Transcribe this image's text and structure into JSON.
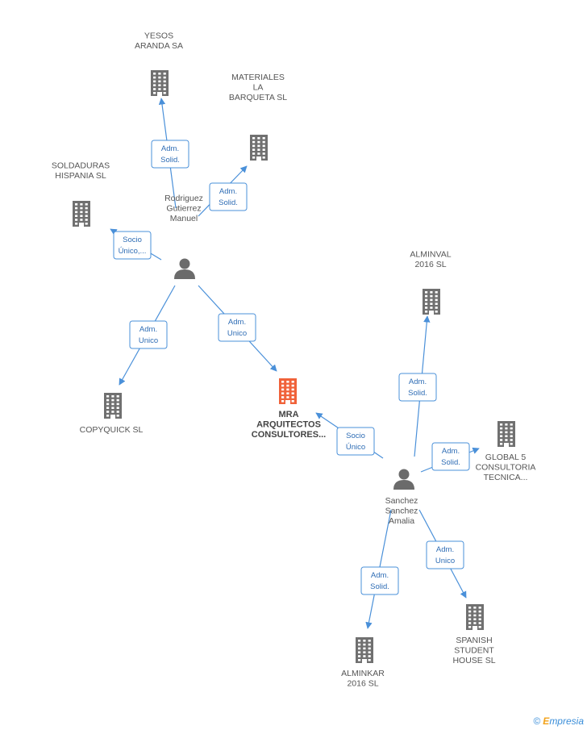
{
  "nodes": [
    {
      "id": "yesos",
      "type": "company",
      "label": [
        "YESOS",
        "ARANDA SA"
      ],
      "highlight": false
    },
    {
      "id": "materiales",
      "type": "company",
      "label": [
        "MATERIALES",
        "LA",
        "BARQUETA SL"
      ],
      "highlight": false
    },
    {
      "id": "soldaduras",
      "type": "company",
      "label": [
        "SOLDADURAS",
        "HISPANIA SL"
      ],
      "highlight": false
    },
    {
      "id": "rodriguez",
      "type": "person",
      "label": [
        "Rodriguez",
        "Gutierrez",
        "Manuel"
      ],
      "highlight": false
    },
    {
      "id": "copyquick",
      "type": "company",
      "label": [
        "COPYQUICK SL"
      ],
      "highlight": false
    },
    {
      "id": "mra",
      "type": "company",
      "label": [
        "MRA",
        "ARQUITECTOS",
        "CONSULTORES..."
      ],
      "highlight": true
    },
    {
      "id": "alminval",
      "type": "company",
      "label": [
        "ALMINVAL",
        "2016 SL"
      ],
      "highlight": false
    },
    {
      "id": "global5",
      "type": "company",
      "label": [
        "GLOBAL 5",
        "CONSULTORIA",
        "TECNICA..."
      ],
      "highlight": false
    },
    {
      "id": "sanchez",
      "type": "person",
      "label": [
        "Sanchez",
        "Sanchez",
        "Amalia"
      ],
      "highlight": false
    },
    {
      "id": "alminkar",
      "type": "company",
      "label": [
        "ALMINKAR",
        "2016 SL"
      ],
      "highlight": false
    },
    {
      "id": "spanish",
      "type": "company",
      "label": [
        "SPANISH",
        "STUDENT",
        "HOUSE SL"
      ],
      "highlight": false
    }
  ],
  "edges": [
    {
      "from": "rodriguez",
      "to": "yesos",
      "label": [
        "Adm.",
        "Solid."
      ]
    },
    {
      "from": "rodriguez",
      "to": "materiales",
      "label": [
        "Adm.",
        "Solid."
      ]
    },
    {
      "from": "rodriguez",
      "to": "soldaduras",
      "label": [
        "Socio",
        "Único,..."
      ]
    },
    {
      "from": "rodriguez",
      "to": "copyquick",
      "label": [
        "Adm.",
        "Unico"
      ]
    },
    {
      "from": "rodriguez",
      "to": "mra",
      "label": [
        "Adm.",
        "Unico"
      ]
    },
    {
      "from": "sanchez",
      "to": "mra",
      "label": [
        "Socio",
        "Único"
      ]
    },
    {
      "from": "sanchez",
      "to": "alminval",
      "label": [
        "Adm.",
        "Solid."
      ]
    },
    {
      "from": "sanchez",
      "to": "global5",
      "label": [
        "Adm.",
        "Solid."
      ]
    },
    {
      "from": "sanchez",
      "to": "alminkar",
      "label": [
        "Adm.",
        "Solid."
      ]
    },
    {
      "from": "sanchez",
      "to": "spanish",
      "label": [
        "Adm.",
        "Unico"
      ]
    }
  ],
  "colors": {
    "edge": "#4a90d9",
    "company": "#707070",
    "highlight": "#f0623a",
    "person": "#6b6b6b"
  },
  "watermark": {
    "symbol": "©",
    "brand": "mpresia",
    "initial": "E"
  }
}
